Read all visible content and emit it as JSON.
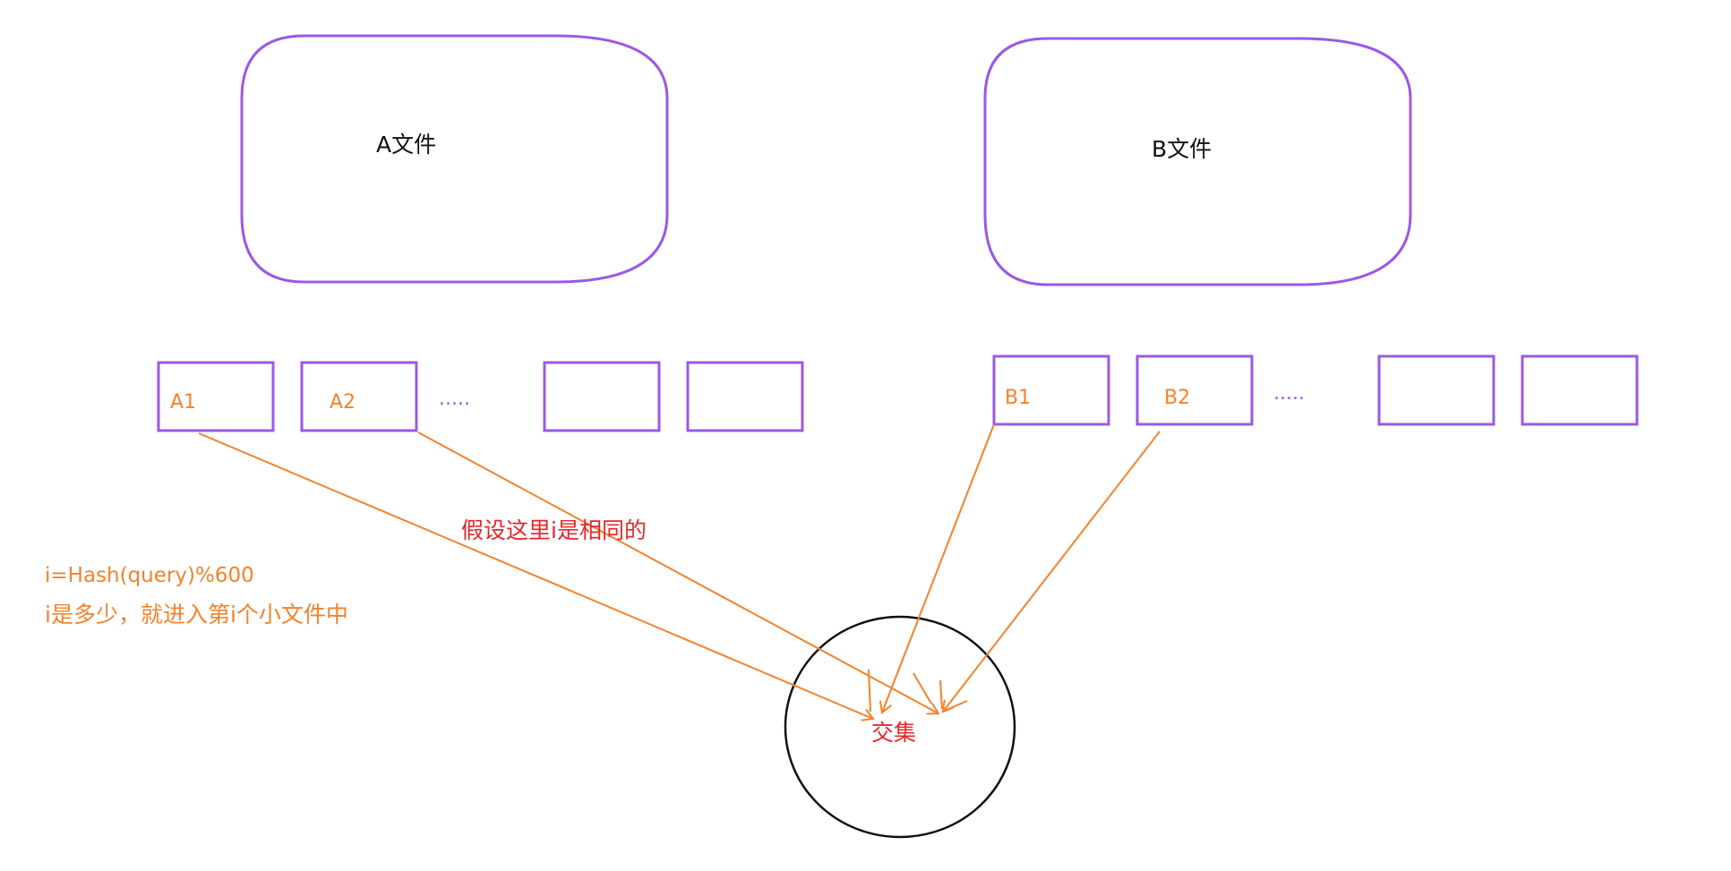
{
  "files": {
    "a": {
      "label": "A文件"
    },
    "b": {
      "label": "B文件"
    }
  },
  "chunks": {
    "a": [
      "A1",
      "A2",
      "",
      ""
    ],
    "b": [
      "B1",
      "B2",
      "",
      ""
    ],
    "ellipsis": "....."
  },
  "notes": {
    "assumption": "假设这里i是相同的",
    "formula": "i=Hash(query)%600",
    "explanation": "i是多少，就进入第i个小文件中"
  },
  "intersection": {
    "label": "交集"
  },
  "colors": {
    "purple": "#9b59e6",
    "orange": "#f5822a",
    "red": "#e8262a",
    "black": "#111111"
  }
}
